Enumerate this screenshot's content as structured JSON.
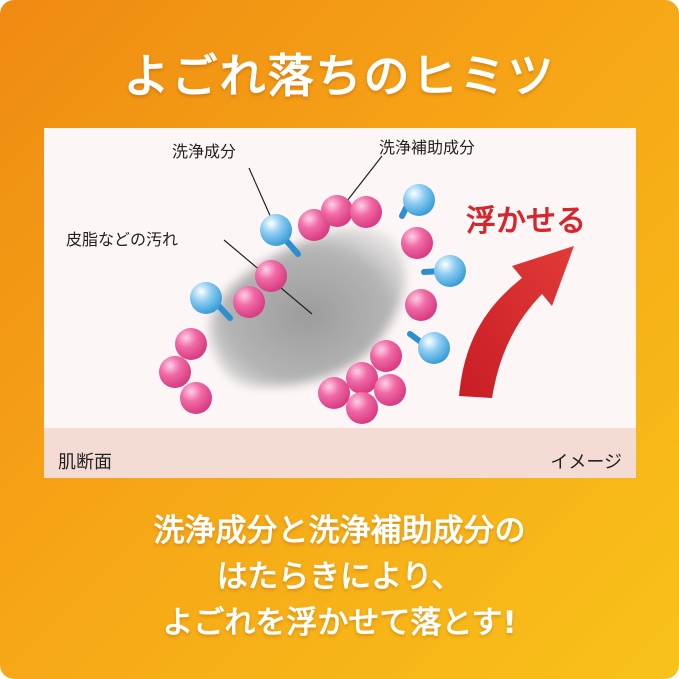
{
  "title": "よごれ落ちのヒミツ",
  "diagram": {
    "label_cleansing": "洗浄成分",
    "label_auxiliary": "洗浄補助成分",
    "label_dirt": "皮脂などの汚れ",
    "label_lift": "浮かせる",
    "label_skin": "肌断面",
    "label_image": "イメージ"
  },
  "caption": {
    "line1": "洗浄成分と洗浄補助成分の",
    "line2": "はたらきにより、",
    "line3": "よごれを浮かせて落とす!"
  },
  "colors": {
    "background_start": "#ef8a12",
    "background_end": "#f8c21a",
    "pink_particle": "#e8508f",
    "blue_particle": "#3a9fd8",
    "dirt": "#a8a8a8",
    "arrow": "#d8242b"
  }
}
